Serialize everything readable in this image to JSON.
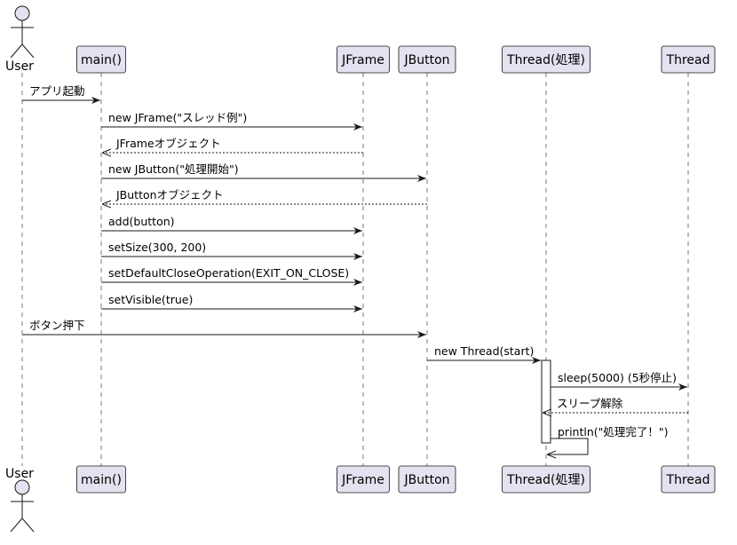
{
  "participants": [
    {
      "id": "user",
      "label": "User",
      "kind": "actor"
    },
    {
      "id": "main",
      "label": "main()",
      "kind": "participant"
    },
    {
      "id": "jframe",
      "label": "JFrame",
      "kind": "participant"
    },
    {
      "id": "jbutton",
      "label": "JButton",
      "kind": "participant"
    },
    {
      "id": "worker",
      "label": "Thread(処理)",
      "kind": "participant"
    },
    {
      "id": "thread",
      "label": "Thread",
      "kind": "participant"
    }
  ],
  "messages": [
    {
      "from": "user",
      "to": "main",
      "label": "アプリ起動",
      "style": "solid"
    },
    {
      "from": "main",
      "to": "jframe",
      "label": "new JFrame(\"スレッド例\")",
      "style": "solid"
    },
    {
      "from": "jframe",
      "to": "main",
      "label": "JFrameオブジェクト",
      "style": "dashed"
    },
    {
      "from": "main",
      "to": "jbutton",
      "label": "new JButton(\"処理開始\")",
      "style": "solid"
    },
    {
      "from": "jbutton",
      "to": "main",
      "label": "JButtonオブジェクト",
      "style": "dashed"
    },
    {
      "from": "main",
      "to": "jframe",
      "label": "add(button)",
      "style": "solid"
    },
    {
      "from": "main",
      "to": "jframe",
      "label": "setSize(300, 200)",
      "style": "solid"
    },
    {
      "from": "main",
      "to": "jframe",
      "label": "setDefaultCloseOperation(EXIT_ON_CLOSE)",
      "style": "solid"
    },
    {
      "from": "main",
      "to": "jframe",
      "label": "setVisible(true)",
      "style": "solid"
    },
    {
      "from": "user",
      "to": "jbutton",
      "label": "ボタン押下",
      "style": "solid"
    },
    {
      "from": "jbutton",
      "to": "worker",
      "label": "new Thread(start)",
      "style": "solid"
    },
    {
      "from": "worker",
      "to": "thread",
      "label": "sleep(5000) (5秒停止)",
      "style": "solid"
    },
    {
      "from": "thread",
      "to": "worker",
      "label": "スリープ解除",
      "style": "dashed"
    },
    {
      "from": "worker",
      "to": "worker",
      "label": "println(\"処理完了！\")",
      "style": "self"
    }
  ]
}
